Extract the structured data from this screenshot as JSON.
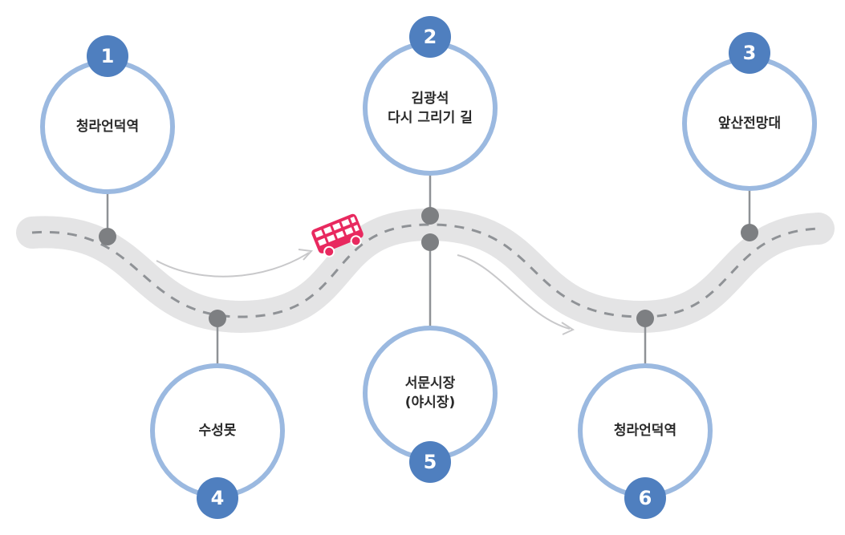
{
  "route": {
    "stops": [
      {
        "number": "1",
        "label": "청라언덕역"
      },
      {
        "number": "2",
        "label": "김광석\n다시 그리기 길"
      },
      {
        "number": "3",
        "label": "앞산전망대"
      },
      {
        "number": "4",
        "label": "수성못"
      },
      {
        "number": "5",
        "label": "서문시장\n(야시장)"
      },
      {
        "number": "6",
        "label": "청라언덕역"
      }
    ]
  },
  "colors": {
    "road": "#e4e4e5",
    "road_dash": "#8f9296",
    "circle_ring": "#9bb9e0",
    "badge": "#4f7fbf",
    "node": "#7d7f82",
    "connector": "#8f9296",
    "arrow": "#c8c8ca",
    "bus": "#e8295f"
  },
  "icons": {
    "vehicle": "double-decker-bus-icon"
  }
}
